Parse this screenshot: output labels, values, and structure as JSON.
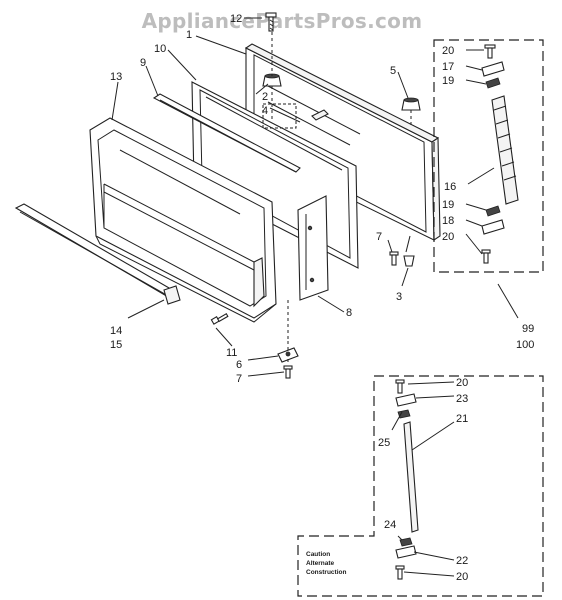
{
  "watermark": "AppliancePartsPros.com",
  "caption": {
    "line1": "Caution",
    "line2": "Alternate",
    "line3": "Construction"
  },
  "callouts": {
    "c12": "12",
    "c1": "1",
    "c10": "10",
    "c13": "13",
    "c9": "9",
    "c2": "2",
    "c4": "4",
    "c5": "5",
    "c7a": "7",
    "c3": "3",
    "c8": "8",
    "c14": "14",
    "c15": "15",
    "c11": "11",
    "c6": "6",
    "c7b": "7",
    "c20a": "20",
    "c17": "17",
    "c19a": "19",
    "c16": "16",
    "c19b": "19",
    "c18": "18",
    "c20b": "20",
    "c99": "99",
    "c100": "100",
    "c20c": "20",
    "c23": "23",
    "c25": "25",
    "c21": "21",
    "c24": "24",
    "c22": "22",
    "c20d": "20"
  }
}
